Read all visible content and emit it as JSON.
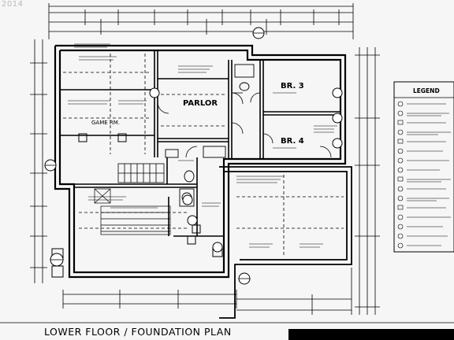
{
  "watermark": "2014",
  "title_block": {
    "title": "LOWER FLOOR / FOUNDATION PLAN"
  },
  "rooms": {
    "parlor": "PARLOR",
    "br3": "BR. 3",
    "br4": "BR. 4",
    "game": "GAME RM."
  },
  "legend": {
    "heading": "LEGEND"
  },
  "colors": {
    "ink": "#000000",
    "paper": "#f6f6f6",
    "watermark": "#b8b8b8"
  }
}
